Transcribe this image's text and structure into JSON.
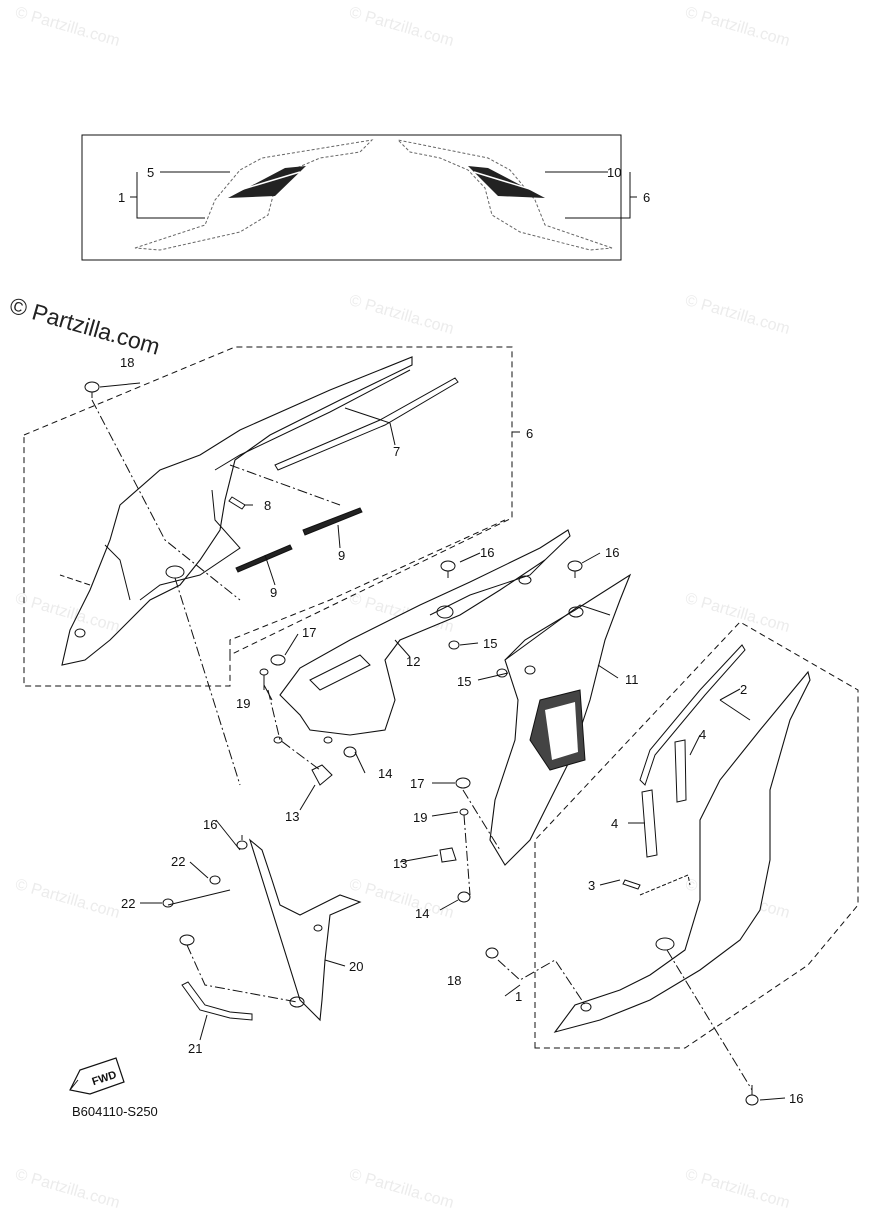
{
  "watermark": {
    "text": "© Partzilla.com"
  },
  "copyright": {
    "text": "© Partzilla.com"
  },
  "diagram_code": "B604110-S250",
  "fwd_label": "FWD",
  "callouts": {
    "c1_inset": "1",
    "c5": "5",
    "c10": "10",
    "c6_inset": "6",
    "c18a": "18",
    "c6": "6",
    "c7": "7",
    "c8": "8",
    "c9a": "9",
    "c9b": "9",
    "c16a": "16",
    "c16b": "16",
    "c16c": "16",
    "c16d": "16",
    "c15a": "15",
    "c15b": "15",
    "c17a": "17",
    "c17b": "17",
    "c12": "12",
    "c11": "11",
    "c2": "2",
    "c4a": "4",
    "c4b": "4",
    "c19a": "19",
    "c19b": "19",
    "c14a": "14",
    "c14b": "14",
    "c13a": "13",
    "c13b": "13",
    "c3": "3",
    "c22a": "22",
    "c22b": "22",
    "c20": "20",
    "c21": "21",
    "c18b": "18",
    "c1": "1"
  }
}
